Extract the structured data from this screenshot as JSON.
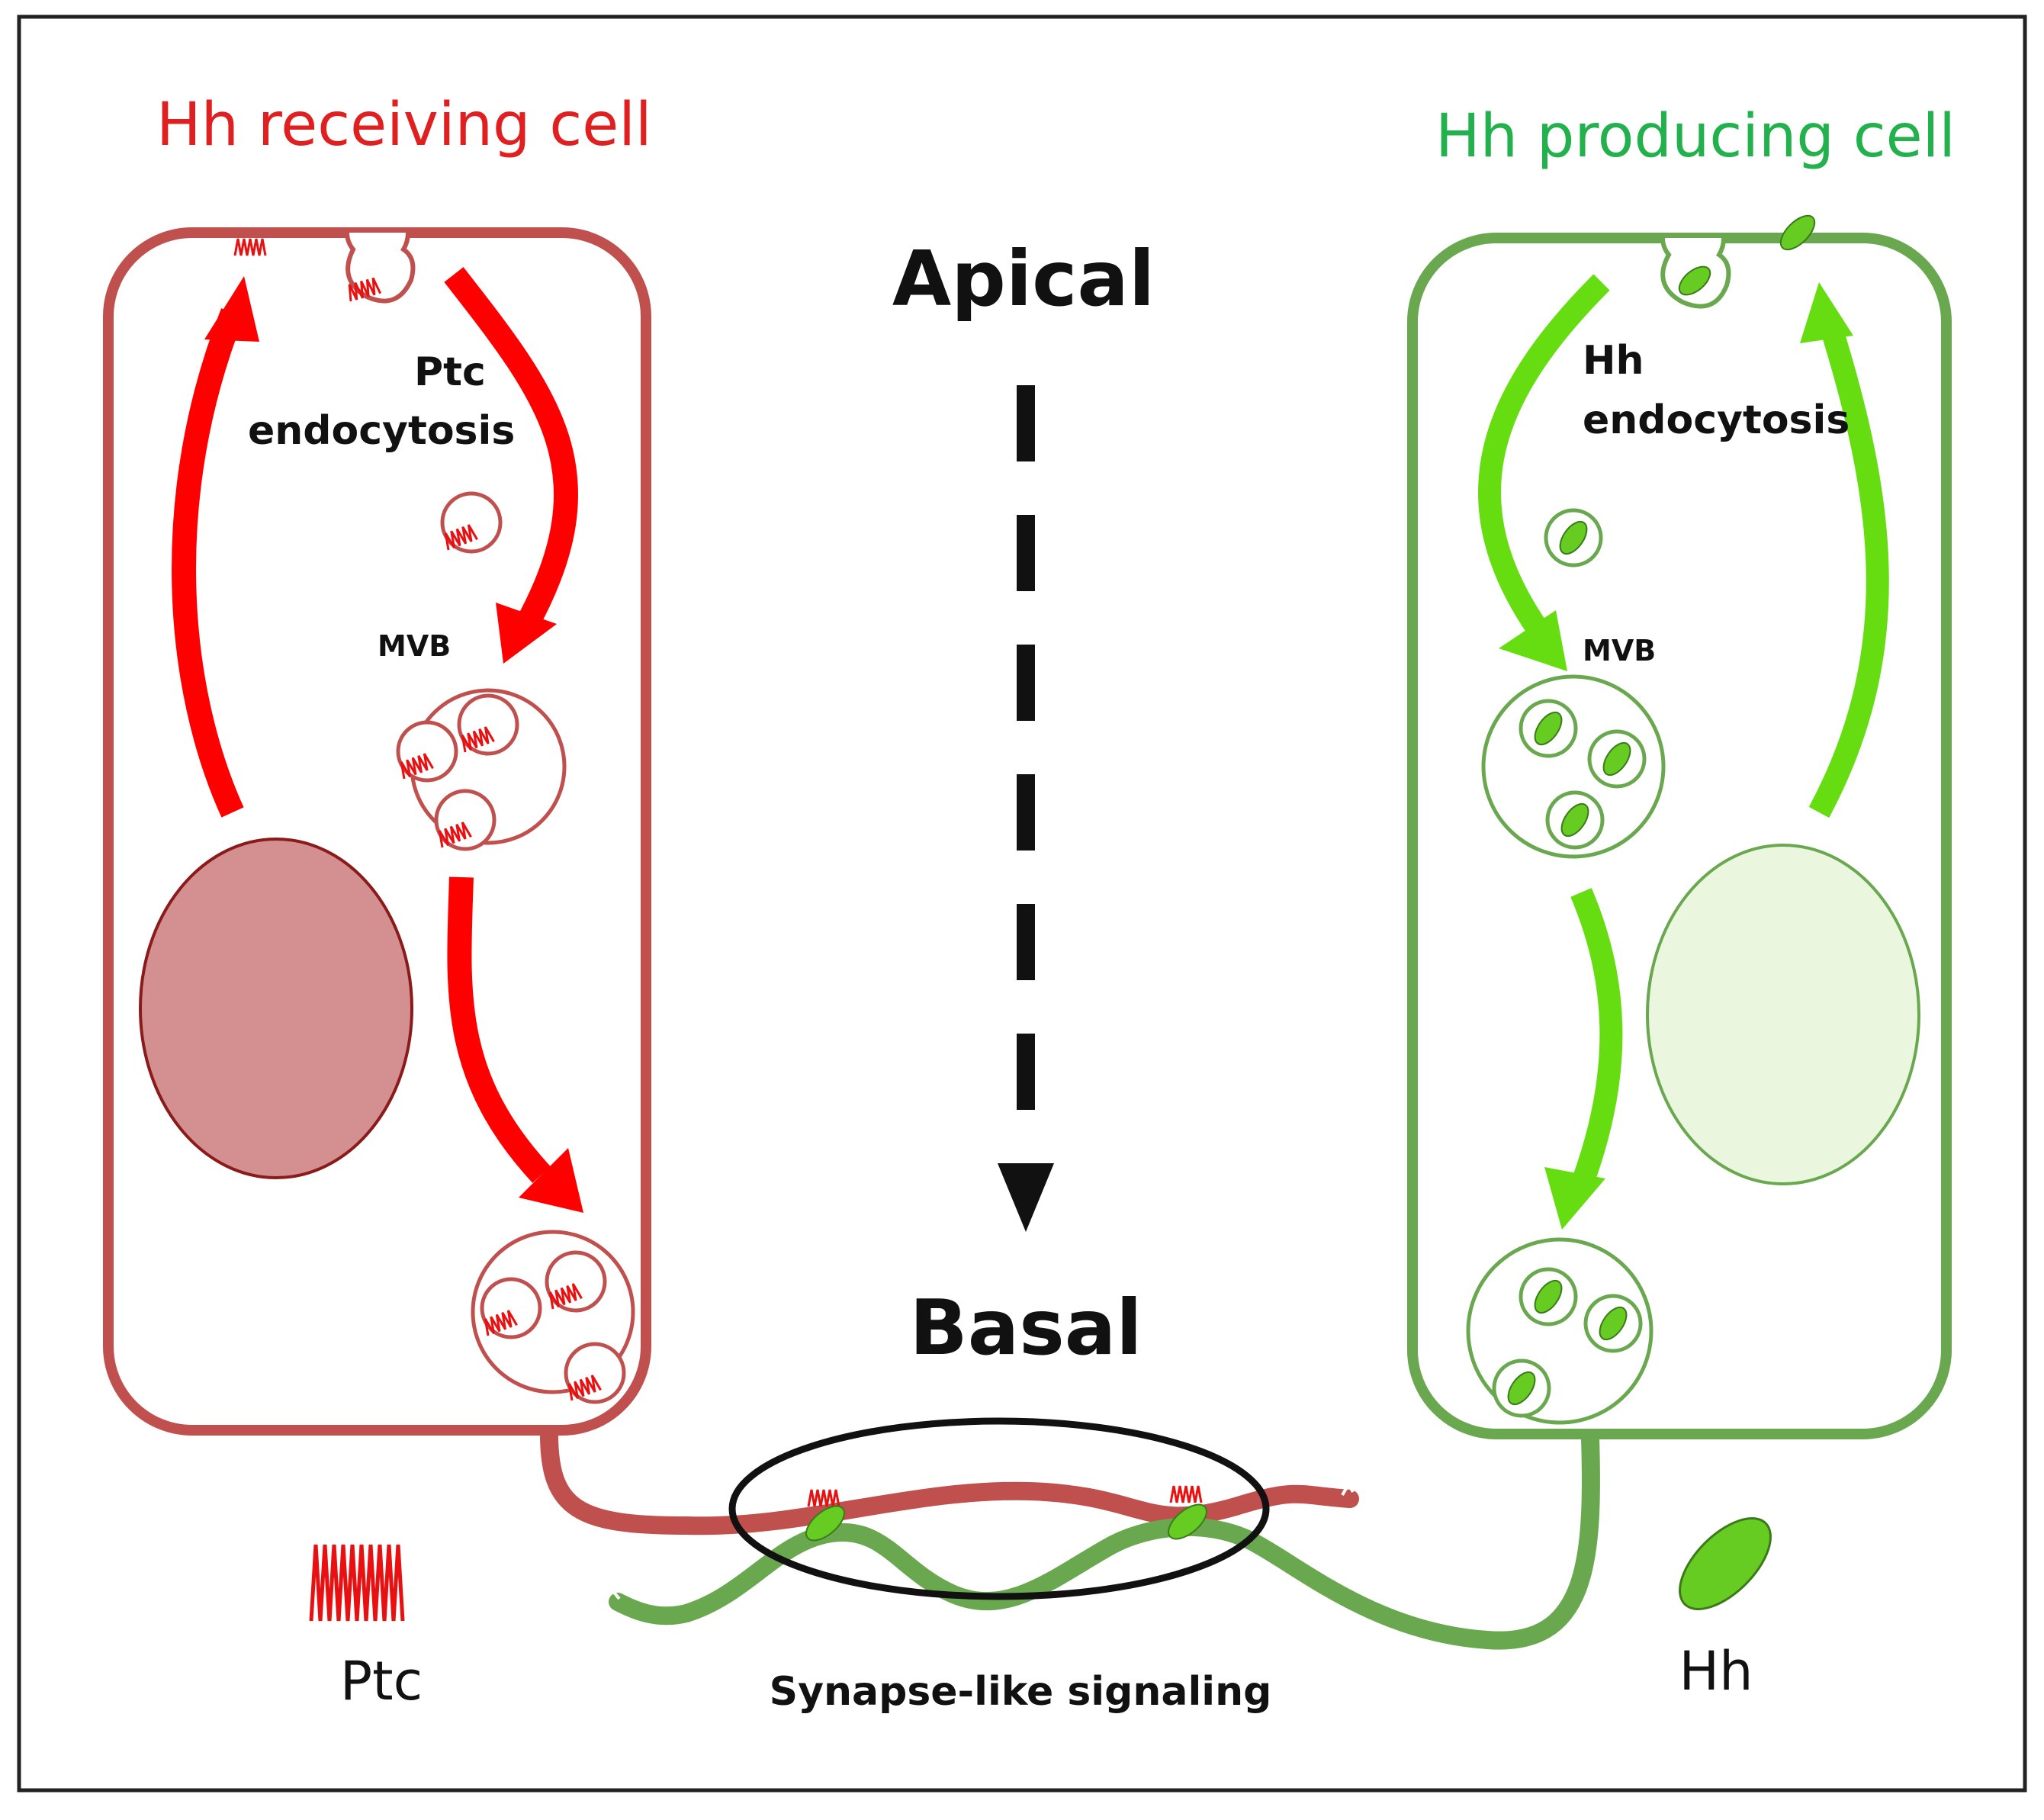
{
  "receiving_cell": {
    "title": "Hh receiving cell",
    "endocytosis_line1": "Ptc",
    "endocytosis_line2": "endocytosis",
    "mvb_label": "MVB"
  },
  "producing_cell": {
    "title": "Hh producing cell",
    "endocytosis_line1": "Hh",
    "endocytosis_line2": "endocytosis",
    "mvb_label": "MVB"
  },
  "axis": {
    "top_label": "Apical",
    "bottom_label": "Basal"
  },
  "synapse_label": "Synapse-like signaling",
  "legend": {
    "ptc_label": "Ptc",
    "hh_label": "Hh"
  },
  "colors": {
    "receiving_membrane": "#c0504d",
    "receiving_arrow": "#ff0000",
    "receiving_nucleus": "#d49090",
    "producing_membrane": "#6aa84f",
    "producing_arrow": "#66dd11",
    "producing_nucleus": "#eaf7de",
    "hh_particle": "#66cc22",
    "title_red": "#e02020",
    "title_green": "#22b14c"
  }
}
